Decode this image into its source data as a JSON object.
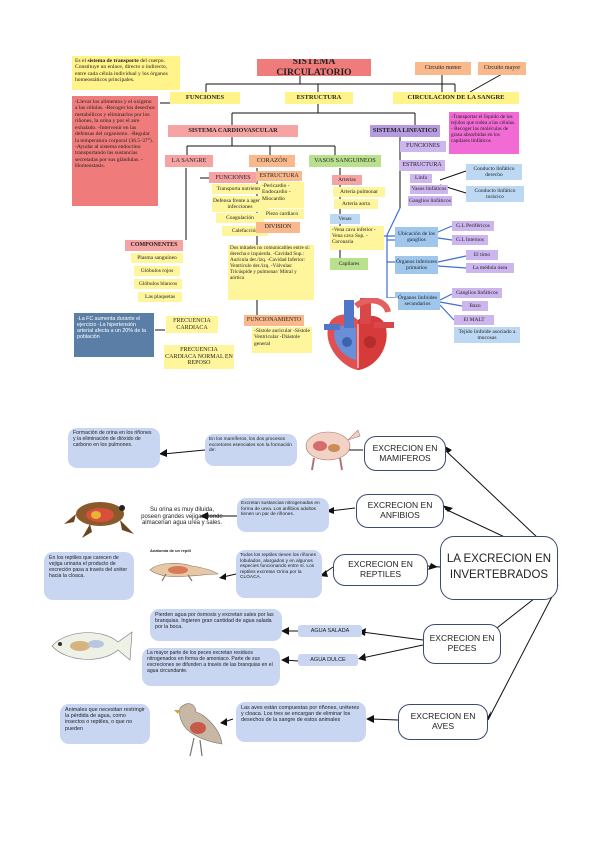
{
  "top": {
    "title": "SISTEMA CIRCULATORIO",
    "intro_pre": "Es el ",
    "intro_bold": "sistema de transporte",
    "intro_post": " del cuerpo. Constituye un enlace, directo o indirecto, entre cada célula individual y los órganos homeostáticos principales.",
    "circuito_menor": "Circuito menor",
    "circuito_mayor": "Circuito mayor",
    "funciones": "FUNCIONES",
    "estructura": "ESTRUCTURA",
    "circulacion": "CIRCULACION DE LA SANGRE",
    "funciones_text": "-Llevar los alimentos y el oxígeno a las células. -Recoger los desechos metabólicos y eliminarlos por los riñones, la orina y por el aire exhalado. -Intervenir en las defensas del organismo. -Regular la temperatura corporal (36.5-37°). -Ayudar al sistema endocrino transportando las sustancias secretadas por sus glándulas. -Homeostasis.",
    "cardio": "SISTEMA CARDIOVASCULAR",
    "linfatico": "SISTEMA LINFATICO",
    "sangre": "LA SANGRE",
    "sangre_funciones": "FUNCIONES",
    "transporta": "Transporta nutrientes",
    "defensa": "Defensa frente a agentes infecciones",
    "coagulacion": "Coagulación",
    "calefaccion": "Calefacción",
    "componentes": "COMPONENTES",
    "plasma": "Plasma sanguíneo",
    "rojos": "Glóbulos rojos",
    "blancos": "Glóbulos blancos",
    "plaquetas": "Las plaquetas",
    "corazon": "CORAZÓN",
    "cor_estructura": "ESTRUCTURA",
    "capas": "-Pericardio -Endocardio -Miocardio",
    "piezo": "Piezo cardiaco",
    "division": "DIVISION",
    "division_text": "Dos mitades no comunicables entre sí: derecha e izquierda. -Cavidad Sup.: Aurícula der./izq. -Cavidad Inferior: Ventrículo der./izq. -Válvulas: Tricúspide y pulmonar/ Mitral y aórtica",
    "funcionamiento": "FUNCIONAMIENTO",
    "funcionamiento_text": "-Sístole auricular -Sístole Ventricular -Diástole general",
    "frecuencia": "FRECUENCIA CARDIACA",
    "frecuencia_reposo": "FRECUENCIA CARDIACA NORMAL EN REPOSO",
    "fc_text": "-La FC aumenta durante el ejercicio -La hipertensión arterial afecta a un 20% de la población",
    "vasos": "VASOS SANGUINEOS",
    "arterias": "Arterias",
    "arteria_pulmonar": "Arteria pulmonar",
    "arteria_aorta": "Arteria aorta",
    "venas": "Venas",
    "venas_text": "-Vena cava inferior -Vena cava Sup. -Coronaria",
    "capilares": "Capilares",
    "lin_funciones": "FUNCIONES",
    "lin_funciones_text": "-Transportar el líquido de los tejidos que rodea a las células. - Recoger las moléculas de grasa absorbidas en los capilares linfáticos",
    "lin_estructura": "ESTRUCTURA",
    "linfa": "Linfa",
    "vasos_linfaticos": "Vasos linfáticos",
    "ganglios": "Ganglios linfáticos",
    "conducto_derecho": "Conducto linfático derecho",
    "conducto_toracico": "Conducto linfático torácico",
    "ubicacion": "Ubicación de los ganglios",
    "gl_perifericos": "G.L Periféricos",
    "gl_internos": "G.L Internos",
    "primarios": "Órganos inferiores primarios",
    "timo": "El timo",
    "medula": "La médula ósea",
    "secundarios": "Órganos linfoides secundarios",
    "gang2": "Ganglios linfáticos",
    "bazo": "Bazo",
    "malt": "El MALT",
    "tejido": "Tejido linfoide asociado a mucosas"
  },
  "bottom": {
    "main": "LA EXCRECION EN INVERTEBRADOS",
    "mamiferos": "EXCRECION EN MAMIFEROS",
    "mam_desc": "En los mamíferos, los dos procesos excretores esenciales son la formación de:",
    "mam_left": "Formación de orina en los riñones y la eliminación de dióxido de carbono en los pulmones.",
    "anfibios": "EXCRECION EN ANFIBIOS",
    "anf_desc": "Excretan sustancias nitrogenadas en forma de urea. Los anfibios adultos tienen un par de riñones.",
    "anf_note": "Su orina es muy diluida, poseen grandes vejigas donde almacenan agua urea y sales.",
    "reptiles": "EXCRECION EN REPTILES",
    "rep_desc": "Todos los reptiles tienen los riñones lobulados, alargados y en algunos especies funcionando entre sí. Los reptiles excretan Orina por la CLOACA.",
    "rep_left": "En los reptiles que carecen de vejiga urinaria el producto de excreción pasa a través del uréter hacia la cloaca.",
    "rep_pic": "Anatomía de un reptil",
    "peces": "EXCRECION EN PECES",
    "salada_text": "Pierden agua por ósmosis y excretan sales por las branquias. Ingieren gran cantidad de agua salada por la boca.",
    "agua_salada": "AGUA SALADA",
    "agua_dulce": "AGUA DULCE",
    "dulce_text": "La mayor parte de los peces excretan residuos nitrogenados en forma de amoniaco. Parte de sus excreciones se difunden a través de las branquias en el agua circundante.",
    "aves": "EXCRECION EN AVES",
    "aves_desc": "Las aves están compuestas por riñones, uréteres y cloaca. Los tres se encargan de eliminar los desechos de la sangre de estos animales",
    "aves_left": "Animales que necesitan restringir la pérdida de agua, como insectos o reptiles, o que no pueden"
  },
  "colors": {
    "title_bg": "#f06a6a",
    "process_bg": "#c9d6f1",
    "accent_blue": "#5b7ea6"
  }
}
